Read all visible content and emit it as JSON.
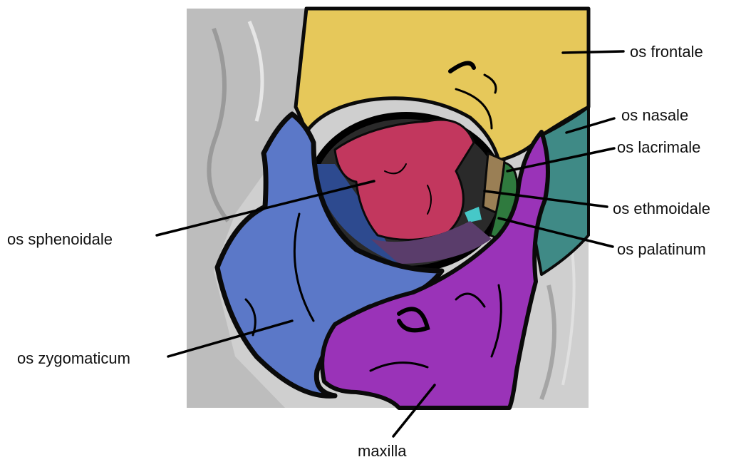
{
  "labels": {
    "frontale": "os frontale",
    "nasale": "os nasale",
    "lacrimale": "os lacrimale",
    "ethmoidale": "os ethmoidale",
    "palatinum": "os palatinum",
    "sphenoidale": "os sphenoidale",
    "zygomaticum": "os zygomaticum",
    "maxilla": "maxilla"
  },
  "colors": {
    "frontale": "#e6c85a",
    "nasale": "#3f8a86",
    "lacrimale": "#9a7f55",
    "ethmoidale": "#2f7a3e",
    "palatinum": "#46c8c8",
    "sphenoidale": "#c2375e",
    "zygomaticum": "#5b78c8",
    "maxilla": "#9a33b8",
    "skull_background": "#c9c9c9"
  }
}
